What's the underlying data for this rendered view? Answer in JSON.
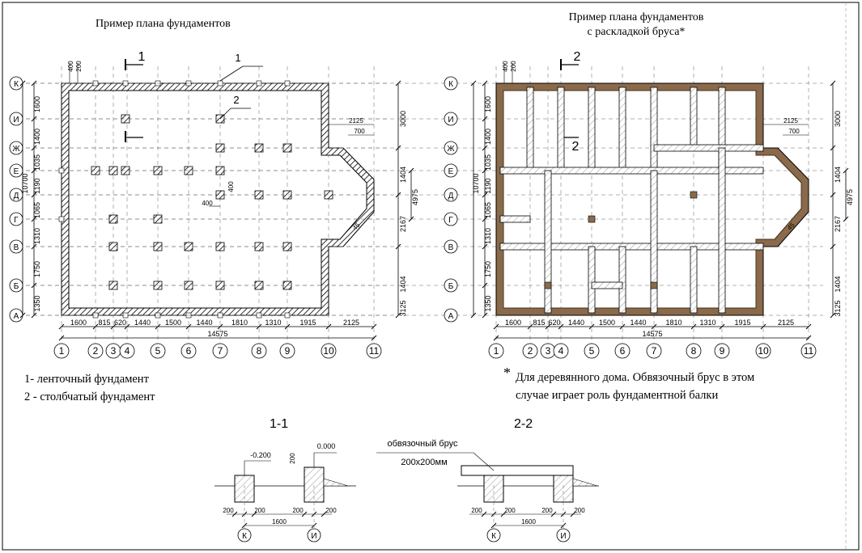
{
  "left_plan": {
    "title": "Пример плана фундаментов",
    "section_mark": "1",
    "callouts": [
      "1",
      "2"
    ]
  },
  "right_plan": {
    "title_line1": "Пример плана фундаментов",
    "title_line2": "с раскладкой бруса*",
    "section_mark": "2"
  },
  "row_axes": [
    "К",
    "И",
    "Ж",
    "Е",
    "Д",
    "Г",
    "В",
    "Б",
    "А"
  ],
  "col_axes": [
    "1",
    "2",
    "3",
    "4",
    "5",
    "6",
    "7",
    "8",
    "9",
    "10",
    "11"
  ],
  "left_dims": [
    "1600",
    "1400",
    "1035",
    "1190",
    "1065",
    "1310",
    "1750",
    "1350"
  ],
  "left_total": "10700",
  "right_dims": [
    "3000",
    "1404",
    "2167",
    "1404",
    "3125"
  ],
  "right_total": "4975",
  "bottom_dims": [
    "1600",
    "815",
    "620",
    "1440",
    "1500",
    "1440",
    "1810",
    "1310",
    "1915",
    "2125"
  ],
  "bottom_total": "14575",
  "misc_dims": {
    "wall": "400",
    "offset": "200",
    "bay_depth": "2125",
    "bay_offset": "700",
    "pier_w": "400",
    "pier_h": "400",
    "angle": "45"
  },
  "legend": {
    "item1": "1- ленточный фундамент",
    "item2": "2 - столбчатый фундамент"
  },
  "note": {
    "star": "*",
    "line1": "Для деревянного дома. Обвязочный брус в этом",
    "line2": "случае играет роль фундаментной балки"
  },
  "section_1": {
    "title": "1-1",
    "level_left": "-0.200",
    "level_right": "0.000",
    "dim_height": "200",
    "dims": [
      "200",
      "200",
      "200",
      "200"
    ],
    "span": "1600",
    "axes": [
      "К",
      "И"
    ]
  },
  "section_2": {
    "title": "2-2",
    "beam_label": "обвязочный брус",
    "beam_size": "200x200мм",
    "dims": [
      "200",
      "200",
      "200",
      "200"
    ],
    "span": "1600",
    "axes": [
      "К",
      "И"
    ]
  }
}
